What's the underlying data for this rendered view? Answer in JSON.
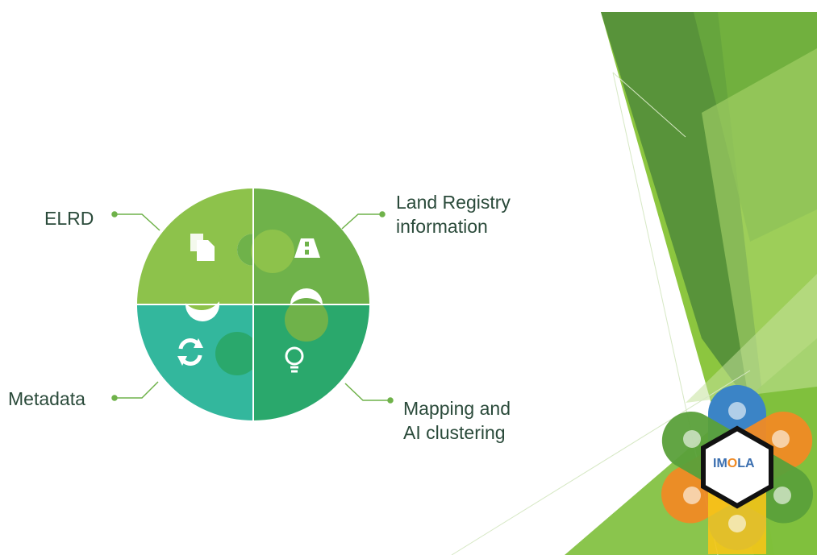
{
  "pieces": [
    {
      "label": "ELRD",
      "icon": "document-icon",
      "color": "#8dc24b"
    },
    {
      "label": "Land Registry\ninformation",
      "icon": "road-icon",
      "color": "#6fb24a"
    },
    {
      "label": "Metadata",
      "icon": "refresh-icon",
      "color": "#33b79d"
    },
    {
      "label": "Mapping and\nAI clustering",
      "icon": "lightbulb-icon",
      "color": "#2aa86c"
    }
  ],
  "logo": {
    "text_left": "IM",
    "text_mid": "O",
    "text_right": "LA"
  },
  "colors": {
    "label_text": "#2a4a3a",
    "connector": "#6fb24a",
    "bg_dark_green": "#4a8a3c",
    "bg_light_green": "#8cc63f"
  }
}
